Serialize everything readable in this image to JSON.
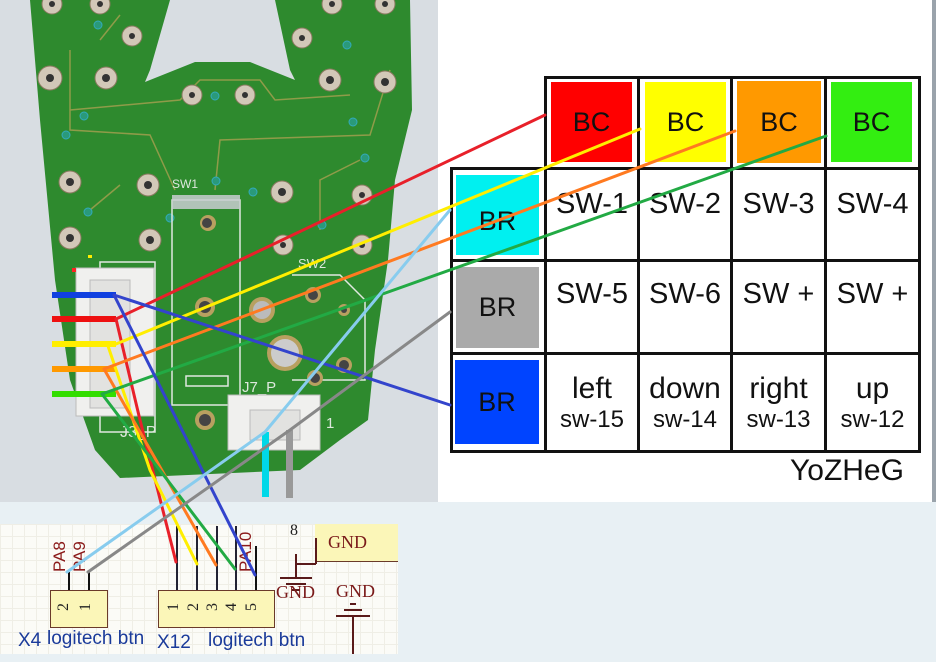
{
  "title": "Logitech button wiring map",
  "author": "YoZHeG",
  "table": {
    "column_headers": [
      {
        "label": "BC",
        "color": "#ff0000"
      },
      {
        "label": "BC",
        "color": "#ffff00"
      },
      {
        "label": "BC",
        "color": "#ff9900"
      },
      {
        "label": "BC",
        "color": "#33ee11"
      }
    ],
    "rows": [
      {
        "header": {
          "label": "BR",
          "color": "#00f0f0"
        },
        "cells": [
          {
            "top": "SW-1"
          },
          {
            "top": "SW-2"
          },
          {
            "top": "SW-3"
          },
          {
            "top": "SW-4"
          }
        ]
      },
      {
        "header": {
          "label": "BR",
          "color": "#aaaaaa"
        },
        "cells": [
          {
            "top": "SW-5"
          },
          {
            "top": "SW-6"
          },
          {
            "top": "SW +"
          },
          {
            "top": "SW +"
          }
        ]
      },
      {
        "header": {
          "label": "BR",
          "color": "#0044ff"
        },
        "cells": [
          {
            "top": "left",
            "bottom": "sw-15"
          },
          {
            "top": "down",
            "bottom": "sw-14"
          },
          {
            "top": "right",
            "bottom": "sw-13"
          },
          {
            "top": "up",
            "bottom": "sw-12"
          }
        ]
      }
    ]
  },
  "pcb": {
    "silkscreen": [
      "SW1",
      "SW2",
      "J3_P",
      "J7_P",
      "1"
    ]
  },
  "schematic": {
    "x4": {
      "ref": "X4",
      "name": "logitech btn",
      "pins": [
        "2",
        "1"
      ],
      "nets": [
        "PA8",
        "PA9"
      ]
    },
    "x12": {
      "ref": "X12",
      "name": "logitech btn",
      "pins": [
        "1",
        "2",
        "3",
        "4",
        "5"
      ],
      "net_pin5": "PA10"
    },
    "gnd_port": {
      "pin": "8",
      "label": "GND"
    },
    "gnd_symbols": [
      "GND",
      "GND"
    ]
  },
  "wires": [
    {
      "color": "#e8202a",
      "from": "J3 pin red",
      "to": "BC red / X12 pin 1"
    },
    {
      "color": "#ffee00",
      "from": "J3 pin yellow",
      "to": "BC yellow / X12 pin 2"
    },
    {
      "color": "#ff7a20",
      "from": "J3 pin orange",
      "to": "BC orange / X12 pin 3"
    },
    {
      "color": "#22aa44",
      "from": "J3 pin green",
      "to": "BC green / X12 pin 4"
    },
    {
      "color": "#3344cc",
      "from": "J3 pin blue",
      "to": "BR blue / X12 pin 5"
    },
    {
      "color": "#88ccee",
      "from": "J7 cyan",
      "to": "BR cyan / X4 pin 2"
    },
    {
      "color": "#888888",
      "from": "J7 grey",
      "to": "BR grey / X4 pin 1"
    }
  ]
}
